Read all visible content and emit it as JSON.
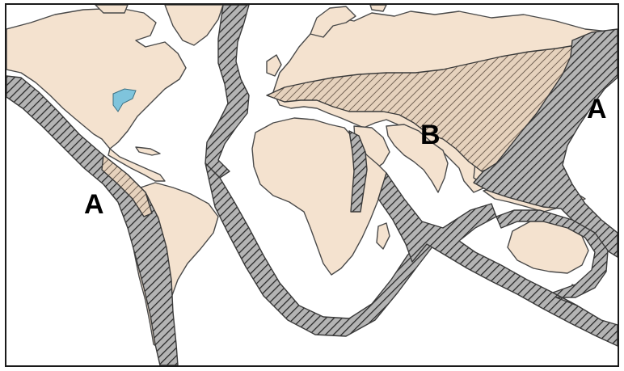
{
  "map": {
    "labels": [
      {
        "id": "a-west",
        "text": "A"
      },
      {
        "id": "a-east",
        "text": "A"
      },
      {
        "id": "b-central",
        "text": "B"
      }
    ],
    "colors": {
      "land": "#f4e2cf",
      "outline": "#4a4a4a",
      "belt_fill": "#9a9a9a",
      "hatch": "#222222",
      "water": "#7fc4dc",
      "ocean": "#ffffff"
    },
    "legend": null
  }
}
